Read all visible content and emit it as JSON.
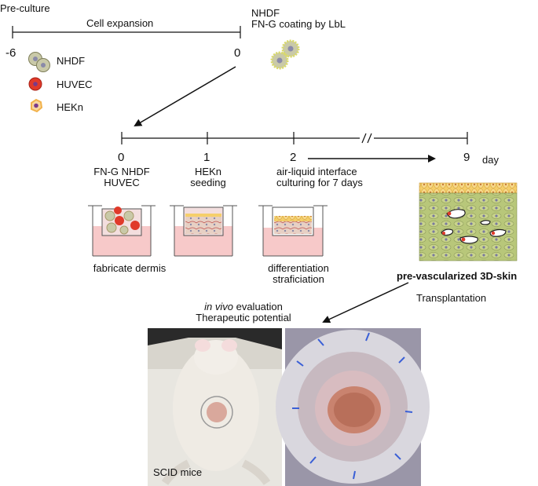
{
  "header": {
    "preculture": "Pre-culture",
    "cell_expansion": "Cell expansion",
    "tick_start": "-6",
    "tick_end": "0",
    "coating_line1": "NHDF",
    "coating_line2": "FN-G coating by LbL"
  },
  "legend": [
    {
      "label": "NHDF",
      "icon": "nhdf-cell-icon"
    },
    {
      "label": "HUVEC",
      "icon": "huvec-cell-icon"
    },
    {
      "label": "HEKn",
      "icon": "hekn-cell-icon"
    }
  ],
  "timeline": {
    "ticks": [
      "0",
      "1",
      "2",
      "9"
    ],
    "break_mark": "//",
    "unit": "day"
  },
  "steps": {
    "d0_line1": "FN-G NHDF",
    "d0_line2": "HUVEC",
    "d1_line1": "HEKn",
    "d1_line2": "seeding",
    "d2_line1": "air-liquid interface",
    "d2_line2": "culturing for 7 days"
  },
  "captions": {
    "fabricate": "fabricate dermis",
    "diff_line1": "differentiation",
    "diff_line2": "straficiation",
    "skin": "pre-vascularized 3D-skin",
    "transplantation": "Transplantation",
    "invivo_italic": "in vivo",
    "invivo_rest": " evaluation",
    "therapeutic": "Therapeutic potential",
    "scid": "SCID mice"
  },
  "colors": {
    "nhdf_fill": "#c9c9a8",
    "nhdf_nucleus": "#8a8aa8",
    "huvec": "#e03a2a",
    "hekn_border": "#f2b24a",
    "hekn_nucleus": "#7a3a8a",
    "medium": "#f7c9c9",
    "skin_top": "#f5cf6b",
    "skin_base": "#b8c77a"
  }
}
